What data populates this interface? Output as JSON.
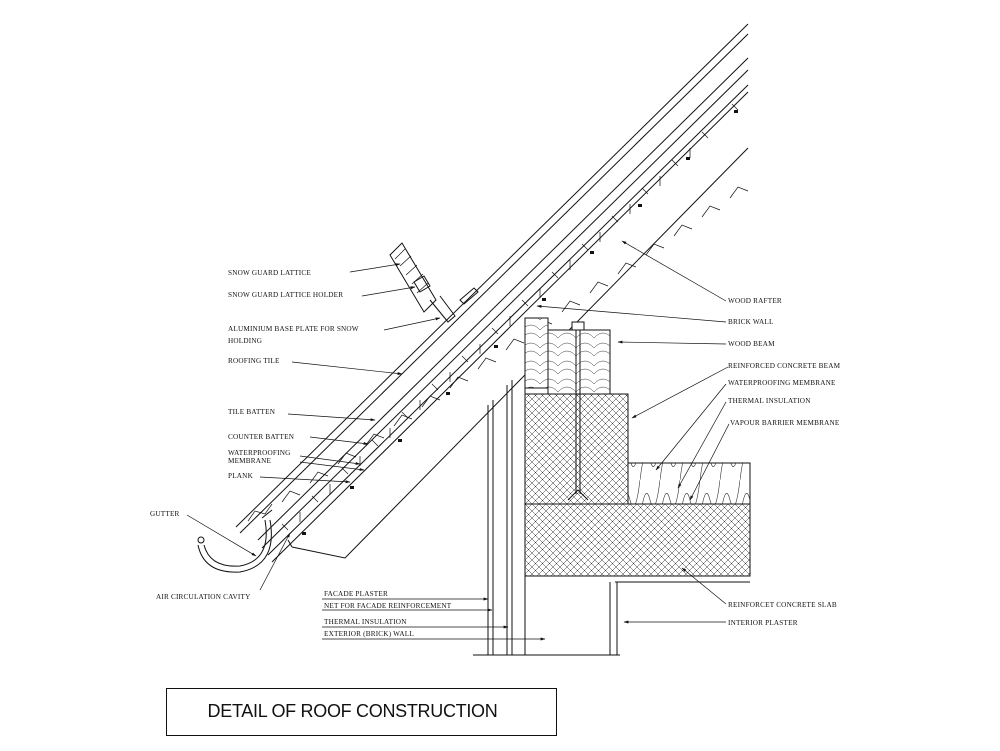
{
  "title": "DETAIL OF ROOF CONSTRUCTION",
  "labels": {
    "snow_guard_lattice": "SNOW GUARD LATTICE",
    "snow_guard_lattice_holder": "SNOW GUARD LATTICE HOLDER",
    "aluminium_base_plate_1": "ALUMINIUM BASE PLATE FOR SNOW",
    "aluminium_base_plate_2": "HOLDING",
    "roofing_tile": "ROOFING TILE",
    "tile_batten": "TILE BATTEN",
    "counter_batten": "COUNTER BATTEN",
    "waterproofing_1": "WATERPROOFING",
    "waterproofing_2": "MEMBRANE",
    "plank": "PLANK",
    "gutter": "GUTTER",
    "air_circulation_cavity": "AIR CIRCULATION CAVITY",
    "wood_rafter": "WOOD RAFTER",
    "brick_wall": "BRICK WALL",
    "wood_beam": "WOOD BEAM",
    "reinforced_concrete_beam": "REINFORCED CONCRETE BEAM",
    "waterproofing_membrane_r": "WATERPROOFING MEMBRANE",
    "thermal_insulation_r": "THERMAL INSULATION",
    "vapour_barrier_membrane": "VAPOUR BARRIER MEMBRANE",
    "facade_plaster": "FACADE PLASTER",
    "net_facade": "NET FOR FACADE REINFORCEMENT",
    "thermal_insulation_b": "THERMAL INSULATION",
    "exterior_wall": "EXTERIOR (BRICK) WALL",
    "reinforced_concrete_slab": "REINFORCET CONCRETE SLAB",
    "interior_plaster": "INTERIOR PLASTER"
  }
}
